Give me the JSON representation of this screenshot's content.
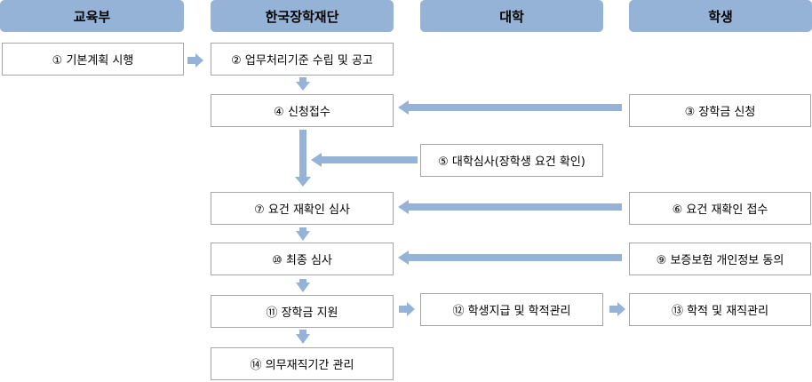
{
  "headers": {
    "moe": "교육부",
    "kosaf": "한국장학재단",
    "univ": "대학",
    "student": "학생"
  },
  "steps": {
    "s1": "① 기본계획 시행",
    "s2": "② 업무처리기준 수립 및 공고",
    "s3": "③ 장학금 신청",
    "s4": "④ 신청접수",
    "s5": "⑤ 대학심사(장학생 요건 확인)",
    "s6": "⑥ 요건 재확인 접수",
    "s7": "⑦ 요건 재확인 심사",
    "s9": "⑨ 보증보험 개인정보 동의",
    "s10": "⑩ 최종 심사",
    "s11": "⑪ 장학금 지원",
    "s12": "⑫  학생지급 및 학적관리",
    "s13": "⑬ 학적 및 재직관리",
    "s14": "⑭ 의무재직기간 관리"
  },
  "colors": {
    "header_fill": "#95b3d7",
    "arrow": "#95b3d7",
    "box_border": "#a6a6a6"
  }
}
